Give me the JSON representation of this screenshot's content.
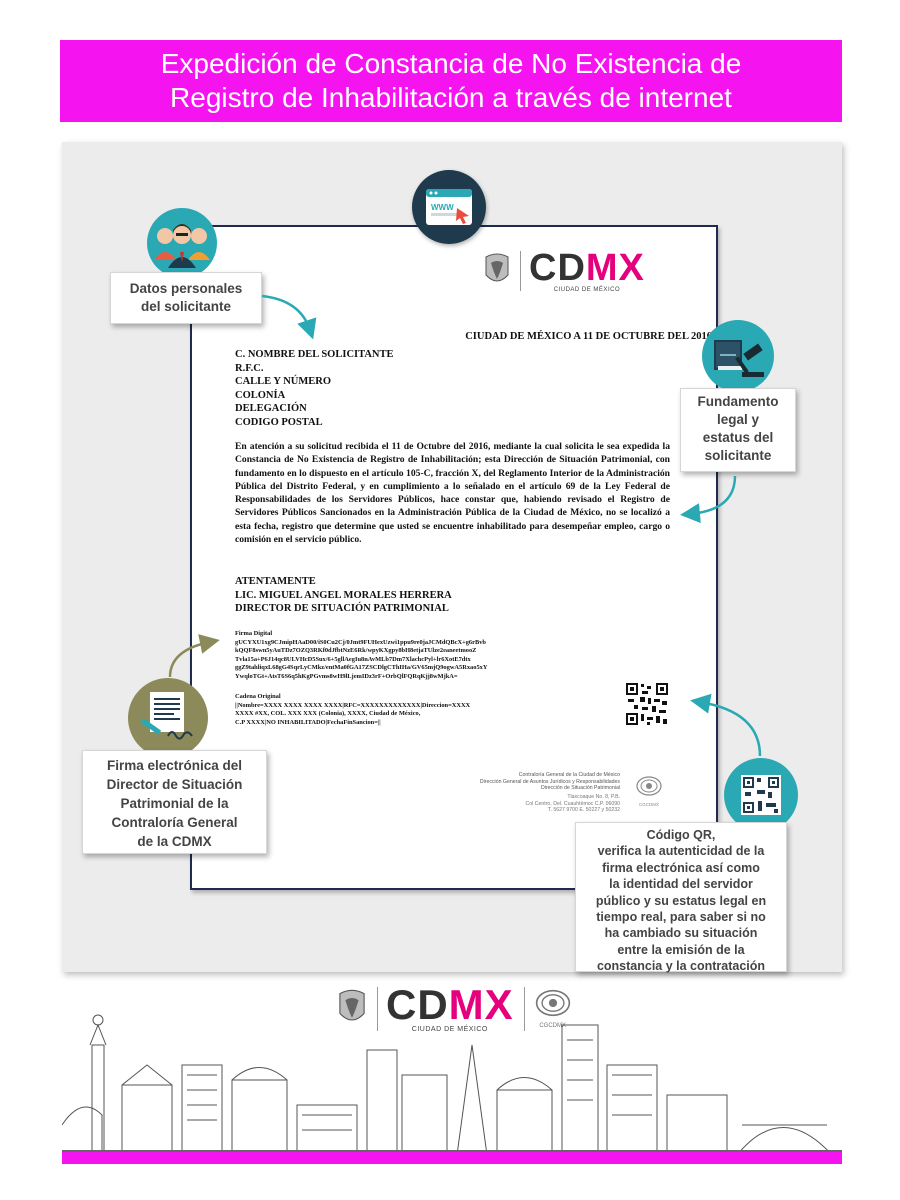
{
  "header": {
    "title_line1": "Expedición de Constancia de No Existencia de",
    "title_line2": "Registro de Inhabilitación a través de internet"
  },
  "logo": {
    "cd": "CD",
    "mx": "MX",
    "subtitle": "CIUDAD DE MÉXICO",
    "cgcdmx": "CGCDMX"
  },
  "document": {
    "date_line": "CIUDAD DE MÉXICO A 11 DE OCTUBRE DEL 2016",
    "recipient": [
      "C. NOMBRE DEL SOLICITANTE",
      "R.F.C.",
      "CALLE  Y  NÚMERO",
      "COLONÍA",
      "DELEGACIÓN",
      "CODIGO POSTAL"
    ],
    "body": "En atención a su solicitud recibida el 11 de Octubre del 2016, mediante la cual solicita le sea expedida la Constancia de No Existencia de Registro de Inhabilitación; esta Dirección de Situación Patrimonial, con fundamento en lo dispuesto en el artículo 105-C, fracción X, del Reglamento Interior de la Administración Pública del Distrito Federal, y en cumplimiento a lo señalado en el artículo 69 de la Ley Federal de Responsabilidades de los Servidores Públicos, hace constar que, habiendo revisado el Registro de Servidores Públicos Sancionados en la Administración Pública de la Ciudad de México, no se localizó a esta fecha, registro que determine que usted se encuentre inhabilitado para desempeñar empleo, cargo o comisión en el servicio público.",
    "signature": [
      "ATENTAMENTE",
      "LIC. MIGUEL ANGEL MORALES HERRERA",
      "DIRECTOR DE SITUACIÓN PATRIMONIAL"
    ],
    "firma_label": "Firma Digital",
    "firma_lines": [
      "gUCYXU1xg9CJmipHAaD00/iS0Cu2Cj/0Jmt9FUHexUzwi1ppu9re0jaJCMdQBcX+g6rBvb",
      "kQQF8swn5yAuTDz7OZQ3RKf0dJfbtNzE6Rk/wpyKXgpy8bH8etjaTUlze2eaneetmooZ",
      "Tvla15a+P6J14qc8ULVHcD5Sux/6+5gllAegIu8nAvMLb7Dm7XlachcPyl+lr6XotE7dtx",
      "ggZ9tahliqxL68gG4SqrLyCMkz/entMa0fGA17ZSCDlgCThIHa/GV65mjQ9ogwA5Rxao5xY",
      "YwqloTGt+AtsT6S6q5hKgPGvms8wH9lLjemIDz3rF+OrbQlFQRqKjj8wMjkA="
    ],
    "cadena_label": "Cadena Original",
    "cadena_lines": [
      "||Nombre=XXXX XXXX XXXX XXXX|RFC=XXXXXXXXXXXXX|Direccion=XXXX",
      "XXXX #XX, COL. XXX XXX (Colonia), XXXX, Ciudad de México,",
      "C.P XXXX|NO INHABILITADO|FechaFinSancion=||"
    ],
    "footer_lines": [
      "Contraloría General de la Ciudad de México",
      "Dirección  General de Asuntos Jurídicos y Responsabilidades",
      "Dirección de Situación Patrimonial"
    ],
    "address_lines": [
      "Tlaxcoaque No. 8, P.B.",
      "Col Centro, Del. Cuauhtémoc C.P. 06090",
      "T. 5627 9700 E. 50227 y 50232"
    ]
  },
  "callouts": {
    "datos": [
      "Datos personales",
      "del solicitante"
    ],
    "fundamento": [
      "Fundamento",
      "legal y",
      "estatus del",
      "solicitante"
    ],
    "firma": [
      "Firma electrónica del",
      "Director de Situación",
      "Patrimonial de la",
      "Contraloría General",
      "de la CDMX"
    ],
    "qr": [
      "Código QR,",
      "verifica la autenticidad de la",
      "firma electrónica así como",
      "la identidad del servidor",
      "público y su estatus legal en",
      "tiempo real, para saber si no",
      "ha cambiado su situación",
      "entre la emisión de la",
      "constancia y la contratación"
    ]
  },
  "icons": {
    "browser": "browser-window-icon",
    "people": "people-icon",
    "law": "gavel-book-icon",
    "signature": "document-pen-icon",
    "qr": "qr-code-icon"
  },
  "colors": {
    "header": "#f514f0",
    "teal": "#2aa9b5",
    "navy": "#1f3a4d",
    "olive": "#8c8a5a",
    "pink": "#e5007e",
    "border": "#1f2b4e"
  }
}
